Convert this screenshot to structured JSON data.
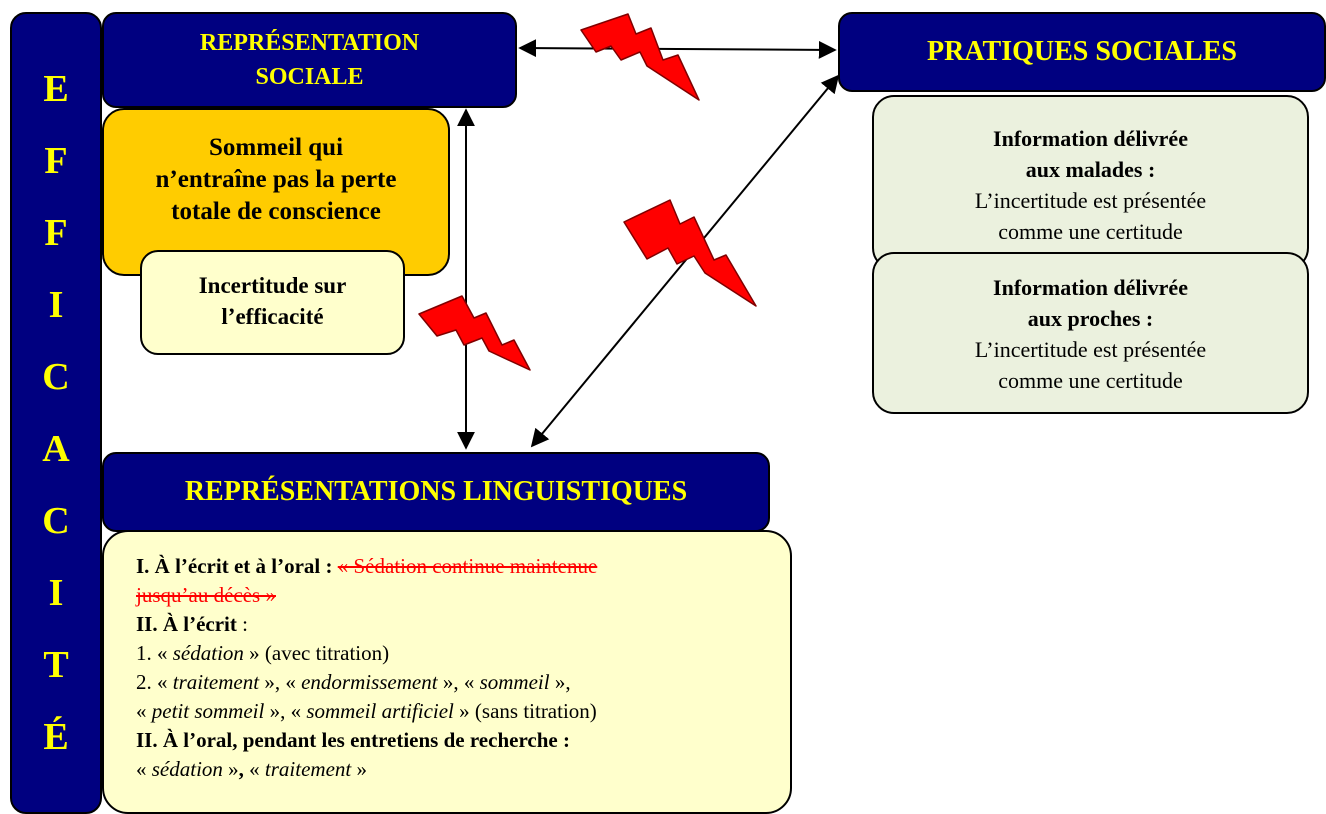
{
  "efficacite_letters": [
    "E",
    "F",
    "F",
    "I",
    "C",
    "A",
    "C",
    "I",
    "T",
    "É"
  ],
  "representation_sociale": {
    "line1": "REPRÉSENTATION",
    "line2": "SOCIALE"
  },
  "pratiques_sociales": "PRATIQUES SOCIALES",
  "representations_linguistiques": "REPRÉSENTATIONS LINGUISTIQUES",
  "sommeil_box": {
    "line1": "Sommeil qui",
    "line2": "n’entraîne pas la perte",
    "line3": "totale de conscience"
  },
  "incertitude_box": {
    "line1": "Incertitude sur",
    "line2": "l’efficacité"
  },
  "info_malades": {
    "title1": "Information délivrée",
    "title2": "aux malades :",
    "text1": "L’incertitude est présentée",
    "text2": "comme une certitude"
  },
  "info_proches": {
    "title1": "Information délivrée",
    "title2": "aux proches :",
    "text1": "L’incertitude est présentée",
    "text2": "comme une certitude"
  },
  "linguistic": {
    "item1_label": "I. À l’écrit et à l’oral :",
    "item1_struck_a": "« Sédation continue maintenue",
    "item1_struck_b": "jusqu’au décès »",
    "item2_label": "II. À l’écrit",
    "item2_colon": " :",
    "l1_num": "1. « ",
    "l1_term": "sédation",
    "l1_rest": " » (avec titration)",
    "l2_num": "2. « ",
    "l2_t1": "traitement",
    "l2_s1": " », « ",
    "l2_t2": "endormissement",
    "l2_s2": " », « ",
    "l2_t3": "sommeil",
    "l2_s3": " »,",
    "l3_open": "« ",
    "l3_t1": "petit sommeil",
    "l3_s1": " », « ",
    "l3_t2": "sommeil artificiel",
    "l3_rest": " » (sans titration)",
    "item3_label": "II. À l’oral,  pendant les entretiens de recherche :",
    "l4_open": "« ",
    "l4_t1": "sédation",
    "l4_s1": " »",
    "l4_comma": ",",
    "l4_s2": " « ",
    "l4_t2": "traitement",
    "l4_close": " »"
  },
  "colors": {
    "navy": "#000080",
    "title_yellow": "#ffff00",
    "orange_box": "#ffcc00",
    "pale_yellow": "#ffffcc",
    "pale_green": "#ebf1de",
    "lightning": "#ff0000",
    "strike_red": "#ff0000"
  }
}
